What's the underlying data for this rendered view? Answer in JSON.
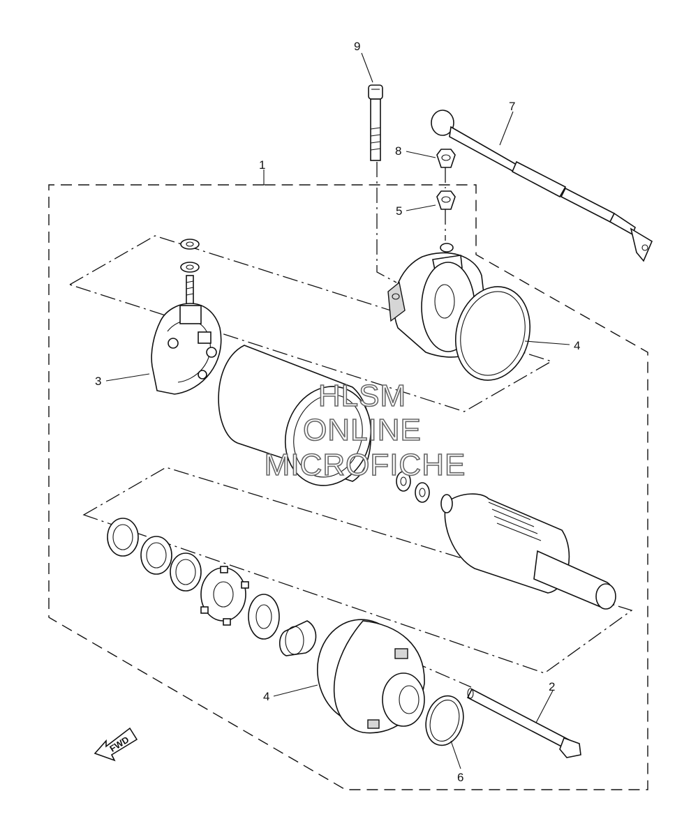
{
  "callouts": {
    "c1": "1",
    "c2": "2",
    "c3": "3",
    "c4a": "4",
    "c4b": "4",
    "c5": "5",
    "c6": "6",
    "c7": "7",
    "c8": "8",
    "c9": "9"
  },
  "watermark": {
    "line1": "HLSM",
    "line2": "ONLINE",
    "line3": "MICROFICHE"
  },
  "fwd_label": "FWD",
  "icons": {
    "direction": "fwd-arrow-icon"
  }
}
